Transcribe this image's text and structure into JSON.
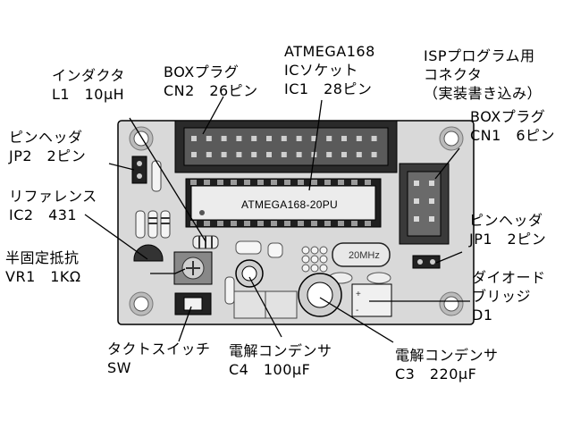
{
  "components": {
    "inductor": {
      "name": "インダクタ",
      "detail": "L1　10μH"
    },
    "box_plug_cn2": {
      "name": "BOXプラグ",
      "detail": "CN2　26ピン"
    },
    "ic_socket": {
      "name_line1": "ATMEGA168",
      "name_line2": "ICソケット",
      "detail": "IC1　28ピン"
    },
    "isp_connector": {
      "name_line1": "ISPプログラム用",
      "name_line2": "コネクタ",
      "name_line3": "（実装書き込み）"
    },
    "box_plug_cn1": {
      "name": "BOXプラグ",
      "detail": "CN1　6ピン"
    },
    "pin_header_jp2": {
      "name": "ピンヘッダ",
      "detail": "JP2　2ピン"
    },
    "reference": {
      "name": "リファレンス",
      "detail": "IC2　431"
    },
    "pin_header_jp1": {
      "name": "ピンヘッダ",
      "detail": "JP1　2ピン"
    },
    "semi_fixed_resistor": {
      "name": "半固定抵抗",
      "detail": "VR1　1KΩ"
    },
    "diode_bridge": {
      "name_line1": "ダイオード",
      "name_line2": "ブリッジ",
      "detail": "D1"
    },
    "tact_switch": {
      "name": "タクトスイッチ",
      "detail": "SW"
    },
    "capacitor_c4": {
      "name": "電解コンデンサ",
      "detail": "C4　100μF"
    },
    "capacitor_c3": {
      "name": "電解コンデンサ",
      "detail": "C3　220μF"
    }
  },
  "board_markings": {
    "chip": "ATMEGA168-20PU",
    "oscillator": "20MHz",
    "bridge_plus": "+",
    "bridge_minus": "-"
  },
  "colors": {
    "board": "#d9d9d9",
    "outline": "#000000",
    "component_dark": "#222222",
    "chip_body": "#ececec"
  }
}
